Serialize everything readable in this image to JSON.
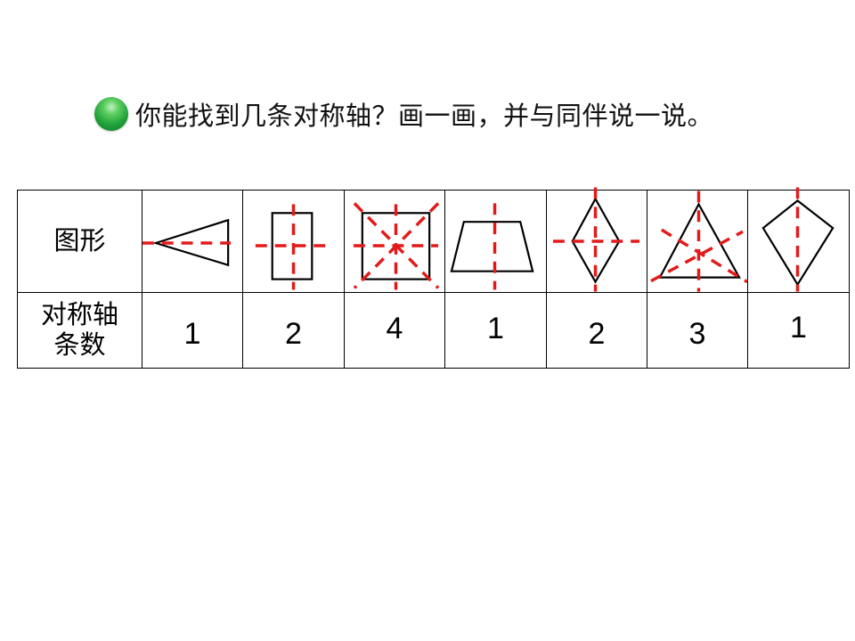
{
  "header": {
    "icon": "green-ball-bullet-icon",
    "title": "你能找到几条对称轴？画一画，并与同伴说一说。"
  },
  "table": {
    "row_labels": {
      "shape": "图形",
      "axis_count_line1": "对称轴",
      "axis_count_line2": "条数"
    },
    "columns": [
      {
        "shape": "isosceles-triangle",
        "axes": "1"
      },
      {
        "shape": "rectangle",
        "axes": "2"
      },
      {
        "shape": "square",
        "axes": "4"
      },
      {
        "shape": "isosceles-trapezoid",
        "axes": "1"
      },
      {
        "shape": "rhombus",
        "axes": "2"
      },
      {
        "shape": "equilateral-triangle",
        "axes": "3"
      },
      {
        "shape": "kite",
        "axes": "1"
      }
    ]
  },
  "colors": {
    "axis_line": "#e31a1a",
    "shape_outline": "#000000",
    "bullet": "#20a23a"
  }
}
